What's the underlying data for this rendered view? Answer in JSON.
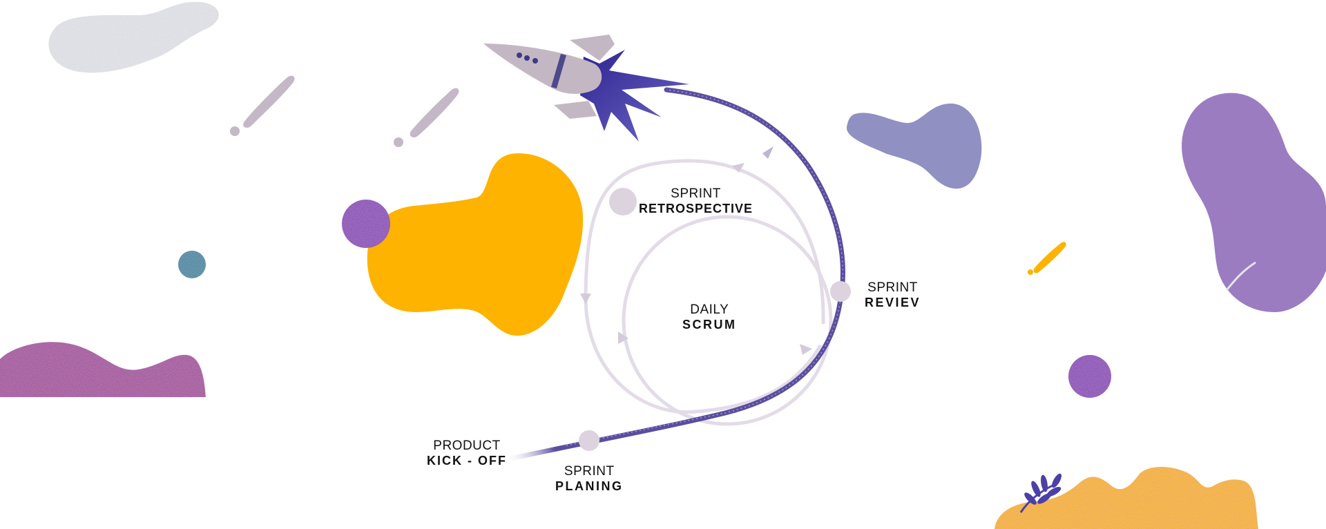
{
  "colors": {
    "orbit_dark": "#5a4ea0",
    "orbit_light": "#e3dbe8",
    "milestone": "#dcd3de",
    "yellow": "#fdb300",
    "purple": "#8c41bc",
    "lavender": "#9090c3",
    "violet": "#9b7cc1",
    "teal": "#3e88a6",
    "magenta": "#a748a0",
    "cloud": "#e6e6ee",
    "rocket_body": "#c4b7c4",
    "rocket_flame": "#4b40a8"
  },
  "icons": [
    "rocket-icon",
    "planet-icon",
    "leaf-icon",
    "comet-icon"
  ],
  "stages": {
    "retrospective": {
      "line1": "SPRINT",
      "line2": "RETROSPECTIVE"
    },
    "review": {
      "line1": "SPRINT",
      "line2": "REVIEV"
    },
    "daily": {
      "line1": "DAILY",
      "line2": "SCRUM"
    },
    "kickoff": {
      "line1": "PRODUCT",
      "line2": "KICK - OFF"
    },
    "planning": {
      "line1": "SPRINT",
      "line2": "PLANING"
    }
  }
}
